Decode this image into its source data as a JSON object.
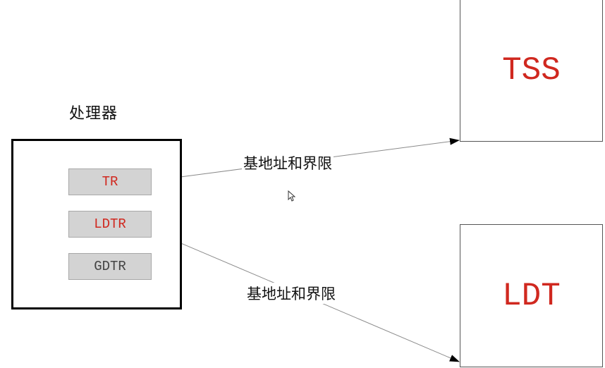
{
  "processor": {
    "title": "处理器",
    "registers": [
      {
        "label": "TR"
      },
      {
        "label": "LDTR"
      },
      {
        "label": "GDTR"
      }
    ]
  },
  "targets": {
    "tss": "TSS",
    "ldt": "LDT"
  },
  "edges": [
    {
      "from": "TR",
      "to": "TSS",
      "label": "基地址和界限"
    },
    {
      "from": "LDTR",
      "to": "LDT",
      "label": "基地址和界限"
    }
  ],
  "colors": {
    "accent_red": "#d0281f",
    "register_fill": "#d3d3d3",
    "gdtr_text": "#444444"
  },
  "icons": {
    "cursor": "mouse-pointer-icon"
  }
}
